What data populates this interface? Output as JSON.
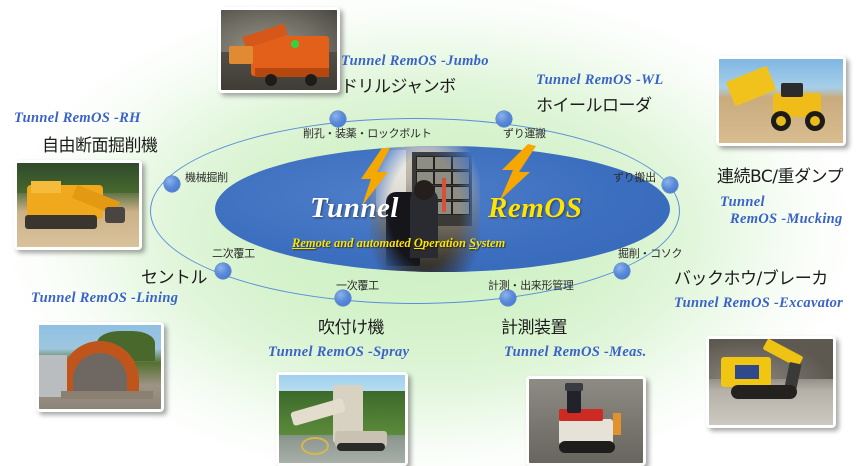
{
  "diagram": {
    "center": {
      "title_left": "Tunnel",
      "title_right": "RemOS",
      "subtitle_parts": [
        "Rem",
        "ote and automated  ",
        "O",
        "peration ",
        "S",
        "ystem"
      ],
      "subtitle_full": "Remote and automated Operation System"
    },
    "colors": {
      "core_blue": "#3d6fc0",
      "orbit_blue": "#5a8fd8",
      "node_blue": "#5b8ad9",
      "product_text": "#3a63c8",
      "accent_yellow": "#ffe400",
      "bolt_orange": "#f5a800",
      "background_green": "#cdf0c4"
    },
    "stages": [
      {
        "name": "stage-drilling",
        "label": "削孔・装薬・ロックボルト"
      },
      {
        "name": "stage-haulage",
        "label": "ずり運搬"
      },
      {
        "name": "stage-mucking",
        "label": "ずり搬出"
      },
      {
        "name": "stage-excav",
        "label": "掘削・コソク"
      },
      {
        "name": "stage-measure",
        "label": "計測・出来形管理"
      },
      {
        "name": "stage-primary",
        "label": "一次覆工"
      },
      {
        "name": "stage-secondary",
        "label": "二次覆工"
      },
      {
        "name": "stage-mechexcav",
        "label": "機械掘削"
      }
    ],
    "machines": [
      {
        "name": "machine-rh",
        "product": "Tunnel RemOS -RH",
        "label": "自由断面掘削機",
        "photo": "free-section-excavator-photo"
      },
      {
        "name": "machine-jumbo",
        "product": "Tunnel RemOS -Jumbo",
        "label": "ドリルジャンボ",
        "photo": "drill-jumbo-photo"
      },
      {
        "name": "machine-wl",
        "product": "Tunnel RemOS -WL",
        "label": "ホイールローダ",
        "photo": "wheel-loader-photo"
      },
      {
        "name": "machine-mucking",
        "product": "Tunnel RemOS -Mucking",
        "label": "連続BC/重ダンプ",
        "photo": "mucking-photo"
      },
      {
        "name": "machine-excavator",
        "product": "Tunnel RemOS -Excavator",
        "label": "バックホウ/ブレーカ",
        "photo": "excavator-photo"
      },
      {
        "name": "machine-meas",
        "product": "Tunnel RemOS -Meas.",
        "label": "計測装置",
        "photo": "measuring-robot-photo"
      },
      {
        "name": "machine-spray",
        "product": "Tunnel RemOS -Spray",
        "label": "吹付け機",
        "photo": "shotcrete-machine-photo"
      },
      {
        "name": "machine-lining",
        "product": "Tunnel RemOS -Lining",
        "label": "セントル",
        "photo": "form-carriage-photo"
      }
    ],
    "mucking_product_line1": "Tunnel",
    "mucking_product_line2": "RemOS -Mucking"
  }
}
